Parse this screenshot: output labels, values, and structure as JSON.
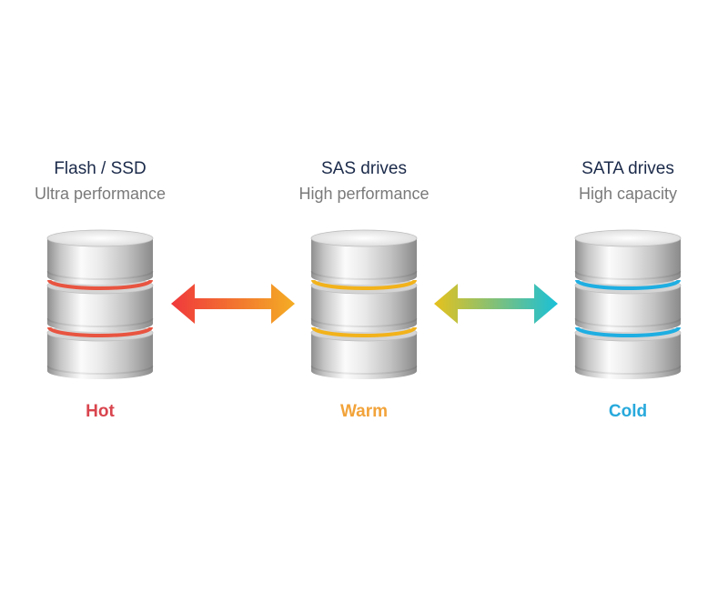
{
  "tiers": [
    {
      "title": "Flash / SSD",
      "subtitle": "Ultra performance",
      "label": "Hot",
      "label_color": "#d9454e",
      "band_color": "#e85440"
    },
    {
      "title": "SAS drives",
      "subtitle": "High performance",
      "label": "Warm",
      "label_color": "#f2a33a",
      "band_color": "#f2b21a"
    },
    {
      "title": "SATA drives",
      "subtitle": "High capacity",
      "label": "Cold",
      "label_color": "#27a9dc",
      "band_color": "#1eaee2"
    }
  ],
  "arrows": [
    {
      "name": "hot-warm",
      "color_start": "#f0383c",
      "color_end": "#f4ad24"
    },
    {
      "name": "warm-cold",
      "color_start": "#e6c11c",
      "color_end": "#19c0d8"
    }
  ]
}
